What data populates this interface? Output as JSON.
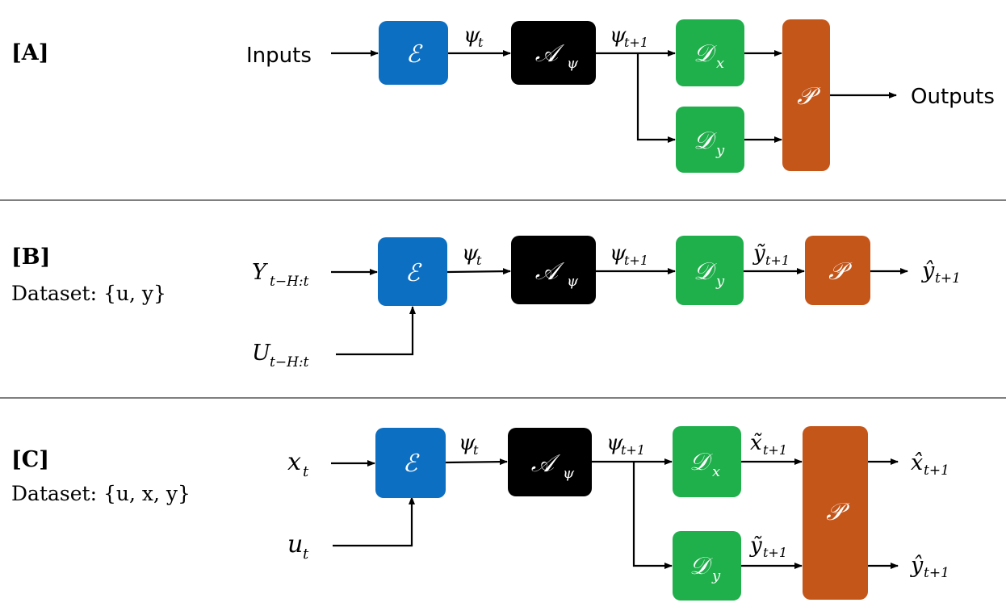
{
  "colors": {
    "encoder": "#0D6FC1",
    "propagator": "#000000",
    "decoder": "#1FAF4B",
    "processor": "#C4561A"
  },
  "panels": {
    "a": {
      "label": "[A]",
      "input": "Inputs",
      "output": "Outputs",
      "blocks": {
        "encoder": "ℰ",
        "propagator": "𝒜",
        "propagator_sub": "ψ",
        "dx": "𝒟",
        "dx_sub": "x",
        "dy": "𝒟",
        "dy_sub": "y",
        "proc": "𝒫"
      },
      "edges": {
        "psi_t": "ψ",
        "psi_t_sub": "t",
        "psi_t1": "ψ",
        "psi_t1_sub": "t+1"
      }
    },
    "b": {
      "label": "[B]",
      "dataset": "Dataset: {u, y}",
      "input_y": "Y",
      "input_y_sub": "t−H:t",
      "input_u": "U",
      "input_u_sub": "t−H:t",
      "blocks": {
        "encoder": "ℰ",
        "propagator": "𝒜",
        "propagator_sub": "ψ",
        "dy": "𝒟",
        "dy_sub": "y",
        "proc": "𝒫"
      },
      "edges": {
        "psi_t": "ψ",
        "psi_t_sub": "t",
        "psi_t1": "ψ",
        "psi_t1_sub": "t+1",
        "ytilde": "ỹ",
        "ytilde_sub": "t+1"
      },
      "output": "ŷ",
      "output_sub": "t+1"
    },
    "c": {
      "label": "[C]",
      "dataset": "Dataset: {u, x, y}",
      "input_x": "x",
      "input_x_sub": "t",
      "input_u": "u",
      "input_u_sub": "t",
      "blocks": {
        "encoder": "ℰ",
        "propagator": "𝒜",
        "propagator_sub": "ψ",
        "dx": "𝒟",
        "dx_sub": "x",
        "dy": "𝒟",
        "dy_sub": "y",
        "proc": "𝒫"
      },
      "edges": {
        "psi_t": "ψ",
        "psi_t_sub": "t",
        "psi_t1": "ψ",
        "psi_t1_sub": "t+1",
        "xtilde": "x̃",
        "xtilde_sub": "t+1",
        "ytilde": "ỹ",
        "ytilde_sub": "t+1"
      },
      "output_x": "x̂",
      "output_x_sub": "t+1",
      "output_y": "ŷ",
      "output_y_sub": "t+1"
    }
  }
}
